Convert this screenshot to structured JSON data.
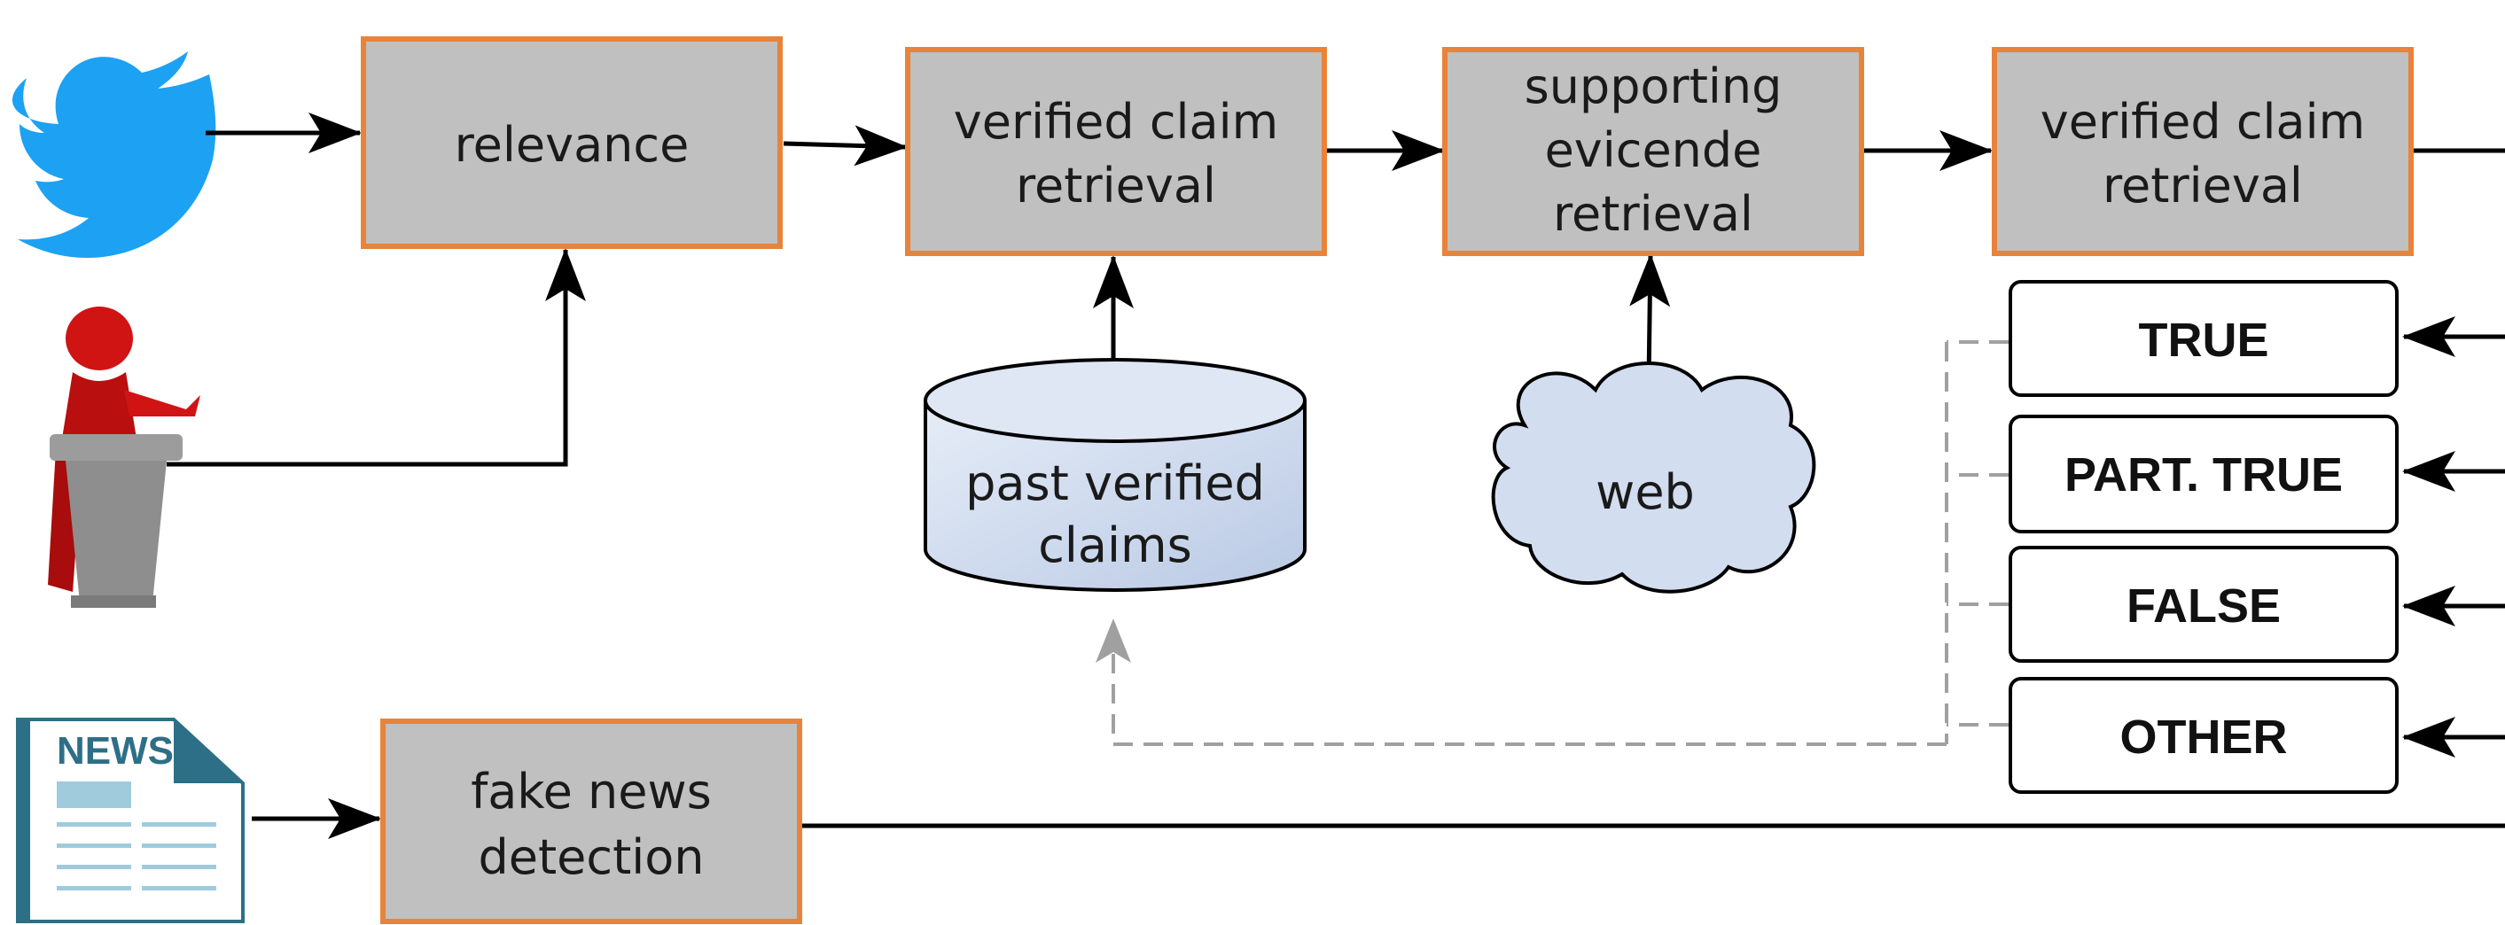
{
  "diagram": {
    "nodes": {
      "relevance": "relevance",
      "claim_retrieval_1": [
        "verified claim",
        "retrieval"
      ],
      "evidence_retrieval": [
        "supporting",
        "evicende",
        "retrieval"
      ],
      "claim_retrieval_2": [
        "verified claim",
        "retrieval"
      ],
      "fake_news": [
        "fake news",
        "detection"
      ],
      "past_claims": [
        "past verified",
        "claims"
      ],
      "web": "web"
    },
    "verdicts": [
      "TRUE",
      "PART. TRUE",
      "FALSE",
      "OTHER"
    ],
    "sources": {
      "twitter": "twitter-bird-icon",
      "speaker": "speaker-at-podium-icon",
      "news": "newspaper-icon",
      "news_word": "NEWS"
    },
    "colors": {
      "process_fill": "#c0c0c0",
      "process_border": "#e8833a",
      "store_fill": "#d2ddf0",
      "twitter_blue": "#1da1f2",
      "speaker_red": "#d01414",
      "podium_gray": "#8e8e8e",
      "news_teal": "#2d6f86",
      "feedback_dash": "#a0a0a0"
    }
  }
}
